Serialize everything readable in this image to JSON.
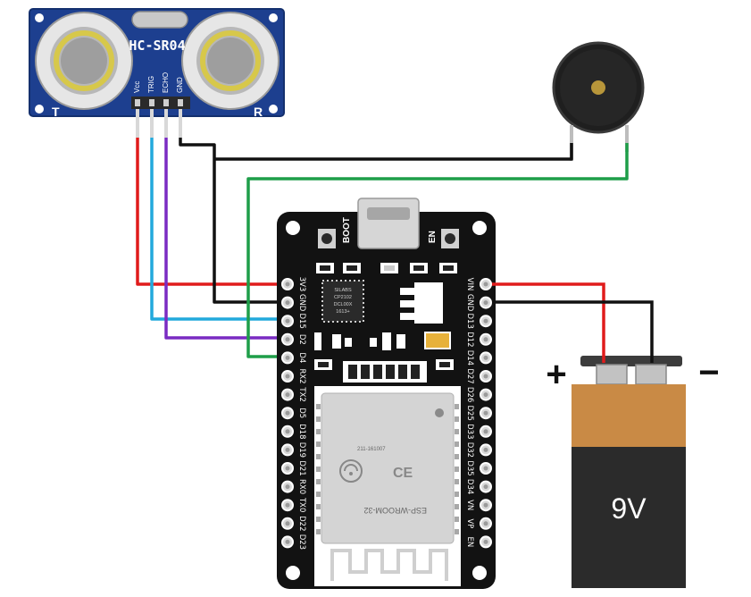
{
  "sensor": {
    "model": "HC-SR04",
    "pins": [
      "Vcc",
      "TRIG",
      "ECHO",
      "GND"
    ],
    "left_marker": "T",
    "right_marker": "R"
  },
  "board": {
    "boot_label": "BOOT",
    "en_label": "EN",
    "left_pins": [
      "3V3",
      "GND",
      "D15",
      "D2",
      "D4",
      "RX2",
      "TX2",
      "D5",
      "D18",
      "D19",
      "D21",
      "RX0",
      "TX0",
      "D22",
      "D23"
    ],
    "right_pins": [
      "VIN",
      "GND",
      "D13",
      "D12",
      "D14",
      "D27",
      "D26",
      "D25",
      "D33",
      "D32",
      "D35",
      "D34",
      "VN",
      "VP",
      "EN"
    ],
    "usb_chip_text": [
      "SILABS",
      "CP2102",
      "DCL00X",
      "1613+"
    ],
    "module_name": "ESP-WROOM-32",
    "module_id": "211-161007",
    "ce_mark": "CE"
  },
  "battery": {
    "voltage_label": "9V",
    "plus": "+",
    "minus": "−"
  },
  "colors": {
    "wire_red": "#e01b1b",
    "wire_black": "#111111",
    "wire_cyan": "#22a9dc",
    "wire_purple": "#7a2bc2",
    "wire_green": "#1e9e49",
    "sensor_pcb": "#1d3f8f",
    "board_pcb": "#121212",
    "battery_top": "#c98a45",
    "battery_body": "#2b2b2b"
  },
  "icons": [
    "piezo-buzzer-icon",
    "wifi-logo-icon",
    "ce-mark-icon"
  ]
}
